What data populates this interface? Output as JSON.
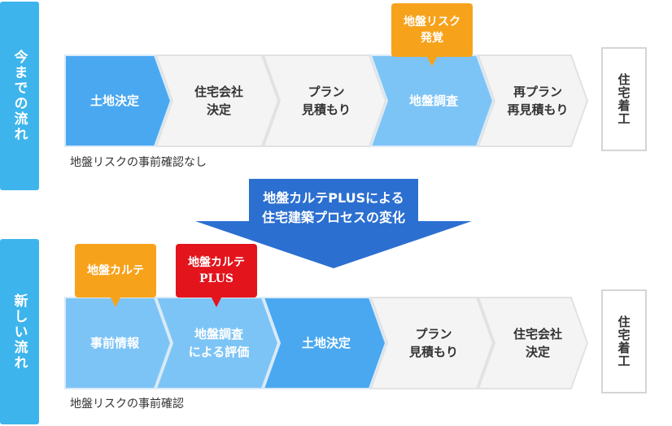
{
  "before": {
    "label": "今までの流れ",
    "steps": [
      "土地決定",
      "住宅会社\n決定",
      "プラン\n見積もり",
      "地盤調査",
      "再プラン\n再見積もり"
    ],
    "final": "住宅着工",
    "callout": "地盤リスク\n発覚",
    "note": "地盤リスクの事前確認なし"
  },
  "transition": {
    "text": "地盤カルテPLUSによる\n住宅建築プロセスの変化"
  },
  "after": {
    "label": "新しい流れ",
    "steps": [
      "事前情報",
      "地盤調査\nによる評価",
      "土地決定",
      "プラン\n見積もり",
      "住宅会社\n決定"
    ],
    "final": "住宅着工",
    "callout1": "地盤カルテ",
    "callout2": "地盤カルテ\nPLUS",
    "note": "地盤リスクの事前確認"
  },
  "colors": {
    "label_bg": "#3db4ec",
    "blue_step": "#4aa8f0",
    "light_blue_step": "#7dc4f6",
    "gray_step": "#f2f2f2",
    "arrow": "#2b6fd0",
    "orange": "#f7a21b",
    "red": "#e3141c"
  }
}
